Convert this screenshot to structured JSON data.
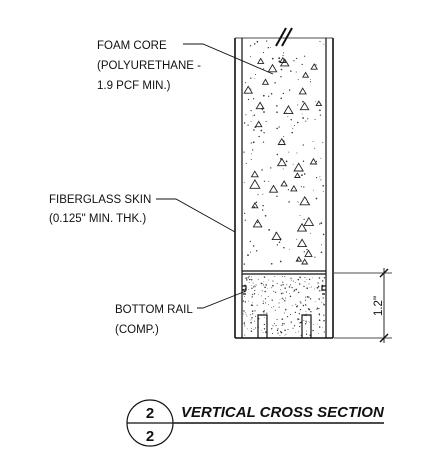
{
  "labels": {
    "foam_core": [
      "FOAM CORE",
      "(POLYURETHANE -",
      "1.9 PCF MIN.)"
    ],
    "fiberglass_skin": [
      "FIBERGLASS SKIN",
      "(0.125\" MIN. THK.)"
    ],
    "bottom_rail": [
      "BOTTOM RAIL",
      "(COMP.)"
    ]
  },
  "dimension": {
    "text": "1.2\""
  },
  "title_block": {
    "detail_number": "2",
    "sheet_number": "2",
    "title": "VERTICAL CROSS SECTION"
  }
}
